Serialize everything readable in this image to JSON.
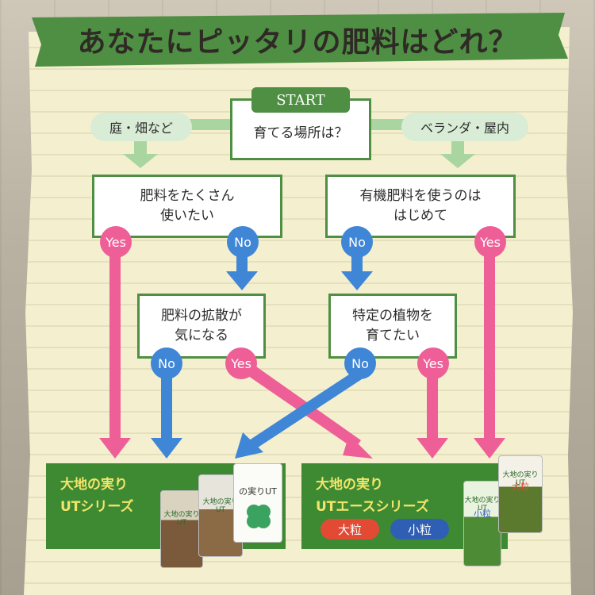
{
  "title": "あなたにピッタリの肥料はどれ？",
  "start_label": "START",
  "question_location": "育てる場所は？",
  "option_garden": "庭・畑など",
  "option_balcony": "ベランダ・屋内",
  "q_much_fertilizer": "肥料をたくさん\n使いたい",
  "q_first_organic": "有機肥料を使うのは\nはじめて",
  "q_spread": "肥料の拡散が\n気になる",
  "q_specific_plant": "特定の植物を\n育てたい",
  "yes_label": "Yes",
  "no_label": "No",
  "result_left": {
    "brand": "大地の実り",
    "series": "UTシリーズ"
  },
  "result_right": {
    "brand": "大地の実り",
    "series": "UTエースシリーズ",
    "large": "大粒",
    "small": "小粒"
  },
  "product_labels": {
    "bag1": "大地の実りUT",
    "bag2": "大地の実りUT",
    "bag3": "の実りUT",
    "bag4": "大地の実りUT",
    "bag4_sub": "小粒",
    "bag5": "大地の実りUT",
    "bag5_sub": "大粒"
  },
  "colors": {
    "green": "#4e8f43",
    "pill_green": "#d9ecd6",
    "yes_pink": "#ee5f97",
    "no_blue": "#3f86d6",
    "result_green": "#3d8a33",
    "result_text": "#f3e56a",
    "tag_red": "#e24a34",
    "tag_blue": "#2f5fb4"
  }
}
